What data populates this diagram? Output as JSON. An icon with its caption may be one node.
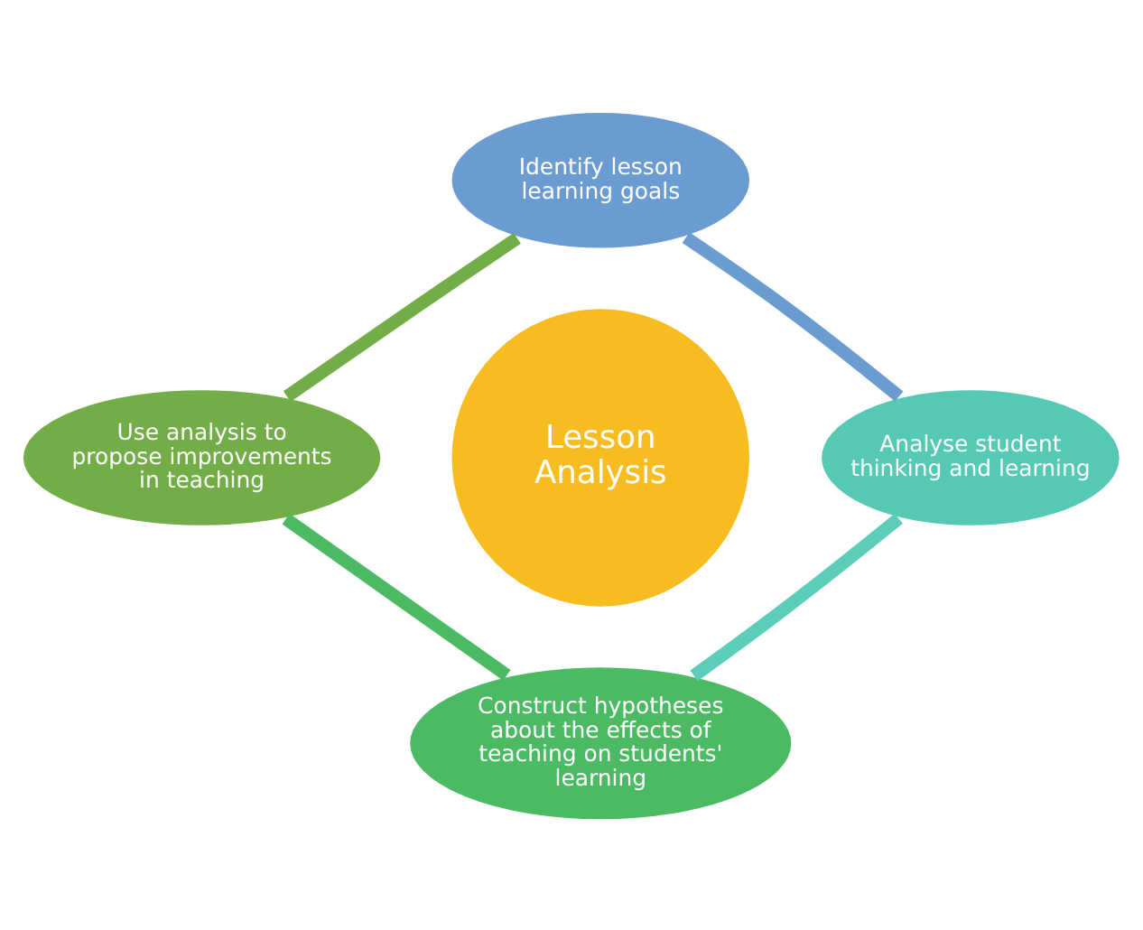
{
  "diagram": {
    "nodes": [
      {
        "text": [
          "Identify lesson learning goals"
        ]
      },
      {
        "text": [
          "Analyse student thinking and learning"
        ]
      },
      {
        "text": [
          "Construct hypotheses about the effects of teaching on students' learning"
        ]
      },
      {
        "text": [
          "Use analysis to propose improvements in teaching"
        ]
      },
      {
        "text": [
          "Lesson Analysis"
        ]
      }
    ],
    "edges": [
      {
        "from": 0,
        "to": 1,
        "arrow": "none",
        "color": "#6a9bd1"
      },
      {
        "from": 1,
        "to": 2,
        "arrow": "none",
        "color": "#5ccdb9"
      },
      {
        "from": 2,
        "to": 3,
        "arrow": "none",
        "color": "#4cba63"
      },
      {
        "from": 3,
        "to": 0,
        "arrow": "none",
        "color": "#72ad48"
      }
    ]
  }
}
